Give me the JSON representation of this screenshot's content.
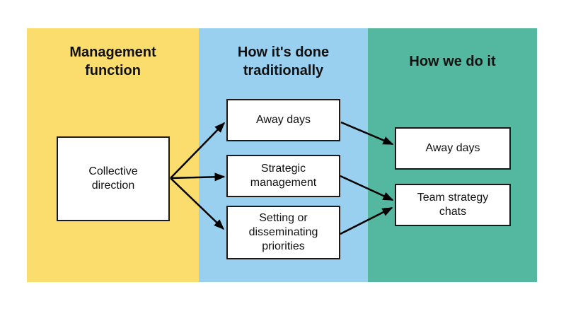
{
  "diagram": {
    "columns": [
      {
        "id": "management-function",
        "label": "Management\nfunction",
        "color": "#FBDD6D"
      },
      {
        "id": "how-its-done-traditionally",
        "label": "How it's done\ntraditionally",
        "color": "#99D0EF"
      },
      {
        "id": "how-we-do-it",
        "label": "How we do it",
        "color": "#54B8A0"
      }
    ],
    "nodes": [
      {
        "id": "collective-direction",
        "column": "management-function",
        "label": "Collective\ndirection"
      },
      {
        "id": "away-days-traditional",
        "column": "how-its-done-traditionally",
        "label": "Away days"
      },
      {
        "id": "strategic-management",
        "column": "how-its-done-traditionally",
        "label": "Strategic\nmanagement"
      },
      {
        "id": "setting-or-disseminating-priorities",
        "column": "how-its-done-traditionally",
        "label": "Setting or\ndisseminating\npriorities"
      },
      {
        "id": "away-days-ours",
        "column": "how-we-do-it",
        "label": "Away days"
      },
      {
        "id": "team-strategy-chats",
        "column": "how-we-do-it",
        "label": "Team strategy\nchats"
      }
    ],
    "edges": [
      {
        "from": "collective-direction",
        "to": "away-days-traditional"
      },
      {
        "from": "collective-direction",
        "to": "strategic-management"
      },
      {
        "from": "collective-direction",
        "to": "setting-or-disseminating-priorities"
      },
      {
        "from": "away-days-traditional",
        "to": "away-days-ours"
      },
      {
        "from": "strategic-management",
        "to": "team-strategy-chats"
      },
      {
        "from": "setting-or-disseminating-priorities",
        "to": "team-strategy-chats"
      }
    ],
    "arrow_color": "#000000",
    "node_border_color": "#1a1a1a",
    "node_fill": "#ffffff",
    "text_color": "#111111",
    "background": "#ffffff"
  }
}
